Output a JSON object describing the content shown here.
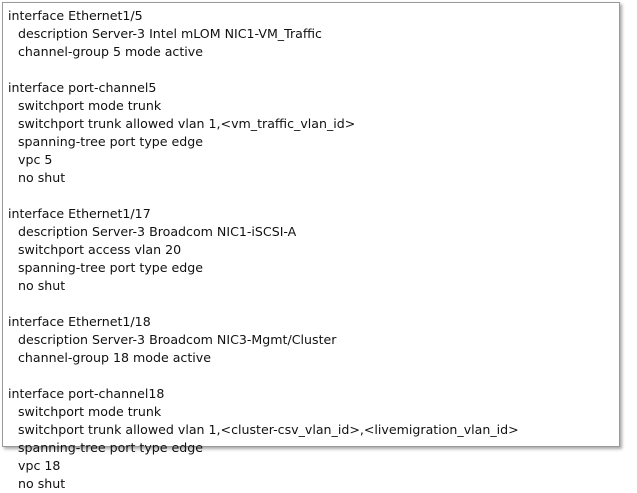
{
  "config_blocks": [
    {
      "header": "interface Ethernet1/5",
      "lines": [
        "description Server-3 Intel mLOM NIC1-VM_Traffic",
        "channel-group 5 mode active"
      ]
    },
    {
      "header": "interface port-channel5",
      "lines": [
        "switchport mode trunk",
        "switchport trunk allowed vlan 1,<vm_traffic_vlan_id>",
        "spanning-tree port type edge",
        "vpc 5",
        "no shut"
      ]
    },
    {
      "header": "interface Ethernet1/17",
      "lines": [
        "description Server-3 Broadcom NIC1-iSCSI-A",
        "switchport access vlan 20",
        "spanning-tree port type edge",
        "no shut"
      ]
    },
    {
      "header": "interface Ethernet1/18",
      "lines": [
        "description Server-3 Broadcom NIC3-Mgmt/Cluster",
        "channel-group 18 mode active"
      ]
    },
    {
      "header": "interface port-channel18",
      "lines": [
        "switchport mode trunk",
        "switchport trunk allowed vlan 1,<cluster-csv_vlan_id>,<livemigration_vlan_id>",
        "spanning-tree port type edge",
        "vpc 18",
        "no shut"
      ]
    }
  ]
}
